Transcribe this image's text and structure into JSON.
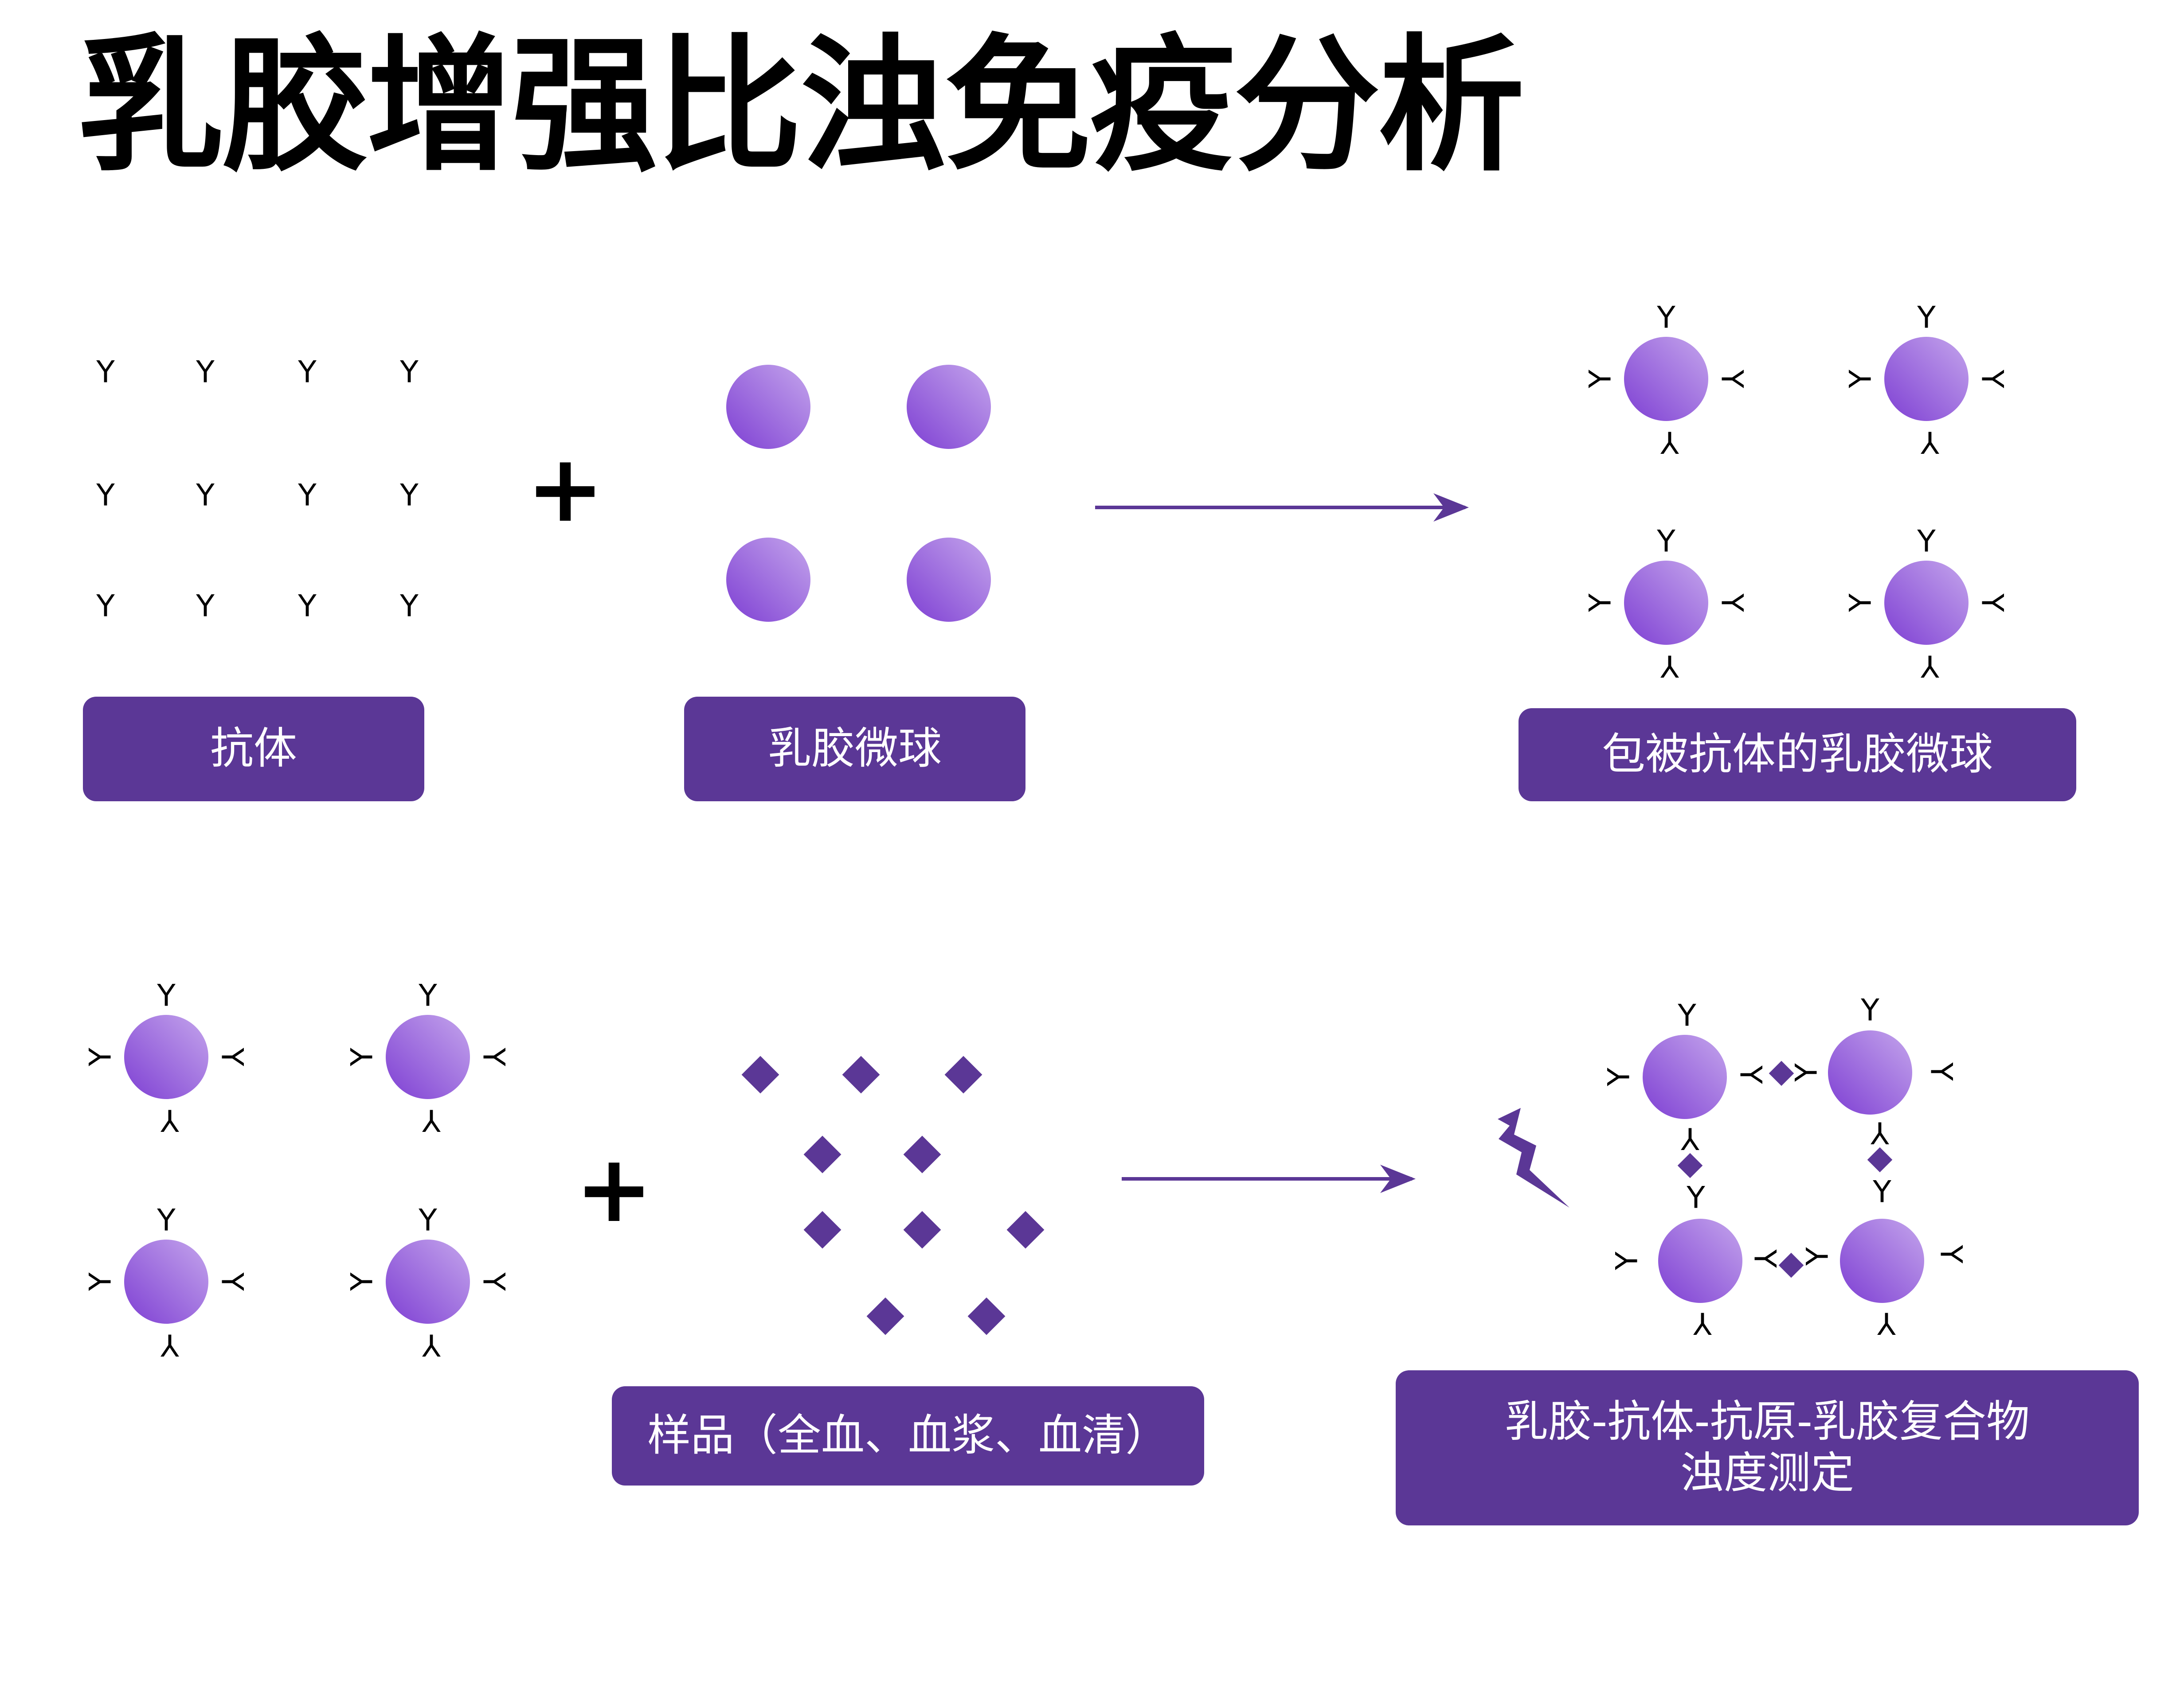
{
  "title": "乳胶增强比浊免疫分析",
  "labels": {
    "antibody": "抗体",
    "latex_beads": "乳胶微球",
    "coated_beads": "包被抗体的乳胶微球",
    "sample": "样品（全血、血浆、血清）",
    "complex_line1": "乳胶-抗体-抗原-乳胶复合物",
    "complex_line2": "浊度测定"
  },
  "operators": {
    "plus": "+"
  },
  "symbols": {
    "antibody_glyph": "Y"
  },
  "colors": {
    "accent": "#5b3796",
    "bead_light": "#c4a5ec",
    "bead_dark": "#7e3fd3",
    "antigen": "#5b3796",
    "text": "#000000",
    "background": "#ffffff"
  }
}
